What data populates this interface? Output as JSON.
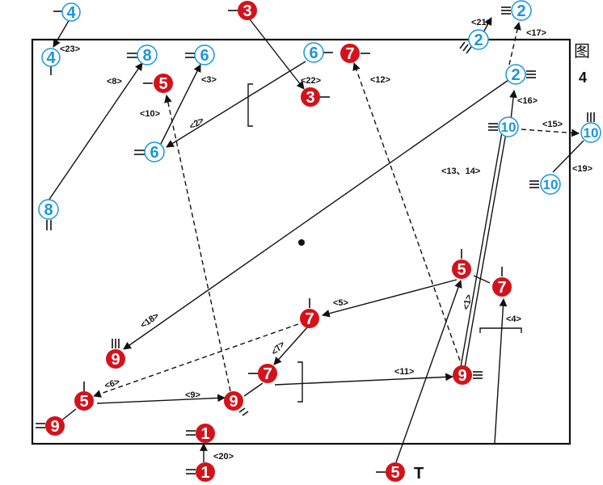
{
  "figure": {
    "title": "图",
    "number": "4"
  },
  "palette": {
    "blue_fill": "#ffffff",
    "blue_text": "#1a96d8",
    "red_fill": "#d4121b",
    "red_text": "#ffffff",
    "line": "#111111"
  },
  "blue_players": [
    {
      "id": "b4a",
      "label": "4"
    },
    {
      "id": "b4b",
      "label": "4"
    },
    {
      "id": "b8a",
      "label": "8"
    },
    {
      "id": "b6a",
      "label": "6"
    },
    {
      "id": "b6b",
      "label": "6"
    },
    {
      "id": "b6c",
      "label": "6"
    },
    {
      "id": "b8b",
      "label": "8"
    },
    {
      "id": "b2a",
      "label": "2"
    },
    {
      "id": "b2b",
      "label": "2"
    },
    {
      "id": "b2c",
      "label": "2"
    },
    {
      "id": "b10a",
      "label": "10"
    },
    {
      "id": "b10b",
      "label": "10"
    },
    {
      "id": "b10c",
      "label": "10"
    }
  ],
  "red_players": [
    {
      "id": "r3a",
      "label": "3"
    },
    {
      "id": "r3b",
      "label": "3"
    },
    {
      "id": "r7a",
      "label": "7"
    },
    {
      "id": "r5a",
      "label": "5"
    },
    {
      "id": "r5b",
      "label": "5"
    },
    {
      "id": "r7b",
      "label": "7"
    },
    {
      "id": "r7c",
      "label": "7"
    },
    {
      "id": "r9a",
      "label": "9"
    },
    {
      "id": "r7d",
      "label": "7"
    },
    {
      "id": "r9b",
      "label": "9"
    },
    {
      "id": "r5c",
      "label": "5"
    },
    {
      "id": "r9c",
      "label": "9"
    },
    {
      "id": "r9d",
      "label": "9"
    },
    {
      "id": "r1a",
      "label": "1"
    },
    {
      "id": "r1b",
      "label": "1"
    },
    {
      "id": "r5d",
      "label": "5"
    }
  ],
  "step_labels": [
    {
      "id": "s23",
      "text": "<23>"
    },
    {
      "id": "s8",
      "text": "<8>"
    },
    {
      "id": "s3",
      "text": "<3>"
    },
    {
      "id": "s10",
      "text": "<10>"
    },
    {
      "id": "s2",
      "text": "<2>"
    },
    {
      "id": "s22",
      "text": "<22>"
    },
    {
      "id": "s12",
      "text": "<12>"
    },
    {
      "id": "s21",
      "text": "<21>"
    },
    {
      "id": "s17",
      "text": "<17>"
    },
    {
      "id": "s16",
      "text": "<16>"
    },
    {
      "id": "s15",
      "text": "<15>"
    },
    {
      "id": "s19",
      "text": "<19>"
    },
    {
      "id": "s1314",
      "text": "<13、14>"
    },
    {
      "id": "s18",
      "text": "<18>"
    },
    {
      "id": "s5",
      "text": "<5>"
    },
    {
      "id": "s1",
      "text": "<1>"
    },
    {
      "id": "s4",
      "text": "<4>"
    },
    {
      "id": "s7",
      "text": "<7>"
    },
    {
      "id": "s6",
      "text": "<6>"
    },
    {
      "id": "s11",
      "text": "<11>"
    },
    {
      "id": "s9",
      "text": "<9>"
    },
    {
      "id": "s20",
      "text": "<20>"
    }
  ],
  "annotation": {
    "ball_marker": "T"
  }
}
